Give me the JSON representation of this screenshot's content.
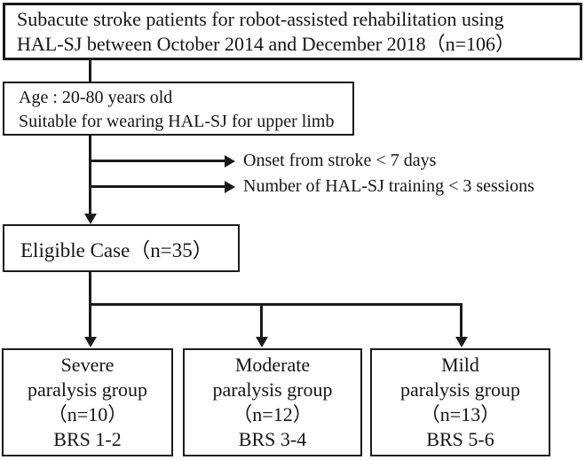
{
  "flow": {
    "title_box": {
      "lines": [
        "Subacute stroke patients for robot-assisted rehabilitation using",
        "HAL-SJ between October 2014 and December 2018（n=106）"
      ],
      "n": 106
    },
    "criteria_box": {
      "lines": [
        "Age : 20-80 years old",
        "Suitable for wearing HAL-SJ for upper limb"
      ]
    },
    "exclusions": [
      {
        "label": "Onset from stroke < 7 days"
      },
      {
        "label": "Number of HAL-SJ training < 3 sessions"
      }
    ],
    "eligible_box": {
      "label": "Eligible Case（n=35）",
      "n": 35
    },
    "groups": [
      {
        "lines": [
          "Severe",
          "paralysis group",
          "（n=10）",
          "BRS 1-2"
        ],
        "n": 10
      },
      {
        "lines": [
          "Moderate",
          "paralysis group",
          "（n=12）",
          "BRS 3-4"
        ],
        "n": 12
      },
      {
        "lines": [
          "Mild",
          "paralysis group",
          "（n=13）",
          "BRS 5-6"
        ],
        "n": 13
      }
    ],
    "colors": {
      "line": "#1a1a1a",
      "text": "#151515",
      "background": "#ffffff"
    }
  }
}
